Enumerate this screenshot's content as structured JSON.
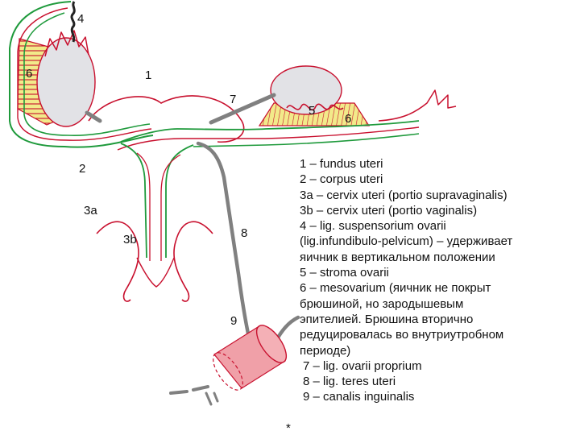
{
  "labels": {
    "n1": "1",
    "n2": "2",
    "n3a": "3a",
    "n3b": "3b",
    "n4": "4",
    "n5": "5",
    "n6_left": "6",
    "n6_right": "6",
    "n7": "7",
    "n8": "8",
    "n9": "9",
    "star": "*"
  },
  "legend": [
    "1 – fundus uteri",
    "2 – corpus uteri",
    "3a – cervix uteri (portio supravaginalis)",
    "3b – cervix uteri (portio vaginalis)",
    "4 – lig. suspensorium ovarii",
    "(lig.infundibulo-pelvicum) – удерживает",
    "яичник в вертикальном положении",
    "5 – stroma ovarii",
    "6 – mesovarium (яичник не покрыт",
    "брюшиной, но зародышевым",
    "эпителией. Брюшина вторично",
    "редуцировалась во внутриутробном",
    "периоде)",
    "7 – lig. ovarii proprium",
    "8 – lig. teres uteri",
    "9 – canalis inguinalis"
  ],
  "colors": {
    "peritoneum_green": "#1f9a3c",
    "tissue_red": "#c8102e",
    "mesovarium_yellow": "#f2ea8a",
    "ovary_gray": "#e2e2e6",
    "ligament_gray": "#808080",
    "canal_pink": "#f0a0a8"
  }
}
